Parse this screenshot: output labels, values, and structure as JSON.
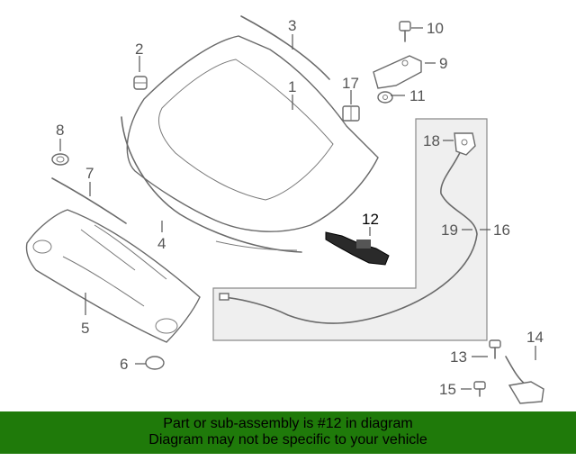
{
  "diagram": {
    "callouts": [
      {
        "id": "1",
        "label": "1"
      },
      {
        "id": "2",
        "label": "2"
      },
      {
        "id": "3",
        "label": "3"
      },
      {
        "id": "4",
        "label": "4"
      },
      {
        "id": "5",
        "label": "5"
      },
      {
        "id": "6",
        "label": "6"
      },
      {
        "id": "7",
        "label": "7"
      },
      {
        "id": "8",
        "label": "8"
      },
      {
        "id": "9",
        "label": "9"
      },
      {
        "id": "10",
        "label": "10"
      },
      {
        "id": "11",
        "label": "11"
      },
      {
        "id": "12",
        "label": "12"
      },
      {
        "id": "13",
        "label": "13"
      },
      {
        "id": "14",
        "label": "14"
      },
      {
        "id": "15",
        "label": "15"
      },
      {
        "id": "16",
        "label": "16"
      },
      {
        "id": "17",
        "label": "17"
      },
      {
        "id": "18",
        "label": "18"
      },
      {
        "id": "19",
        "label": "19"
      }
    ],
    "highlighted_part": "12"
  },
  "banner": {
    "line1": "Part or sub-assembly is #12 in diagram",
    "line2": "Diagram may not be specific to your vehicle",
    "background_color": "#1f7a0a"
  }
}
